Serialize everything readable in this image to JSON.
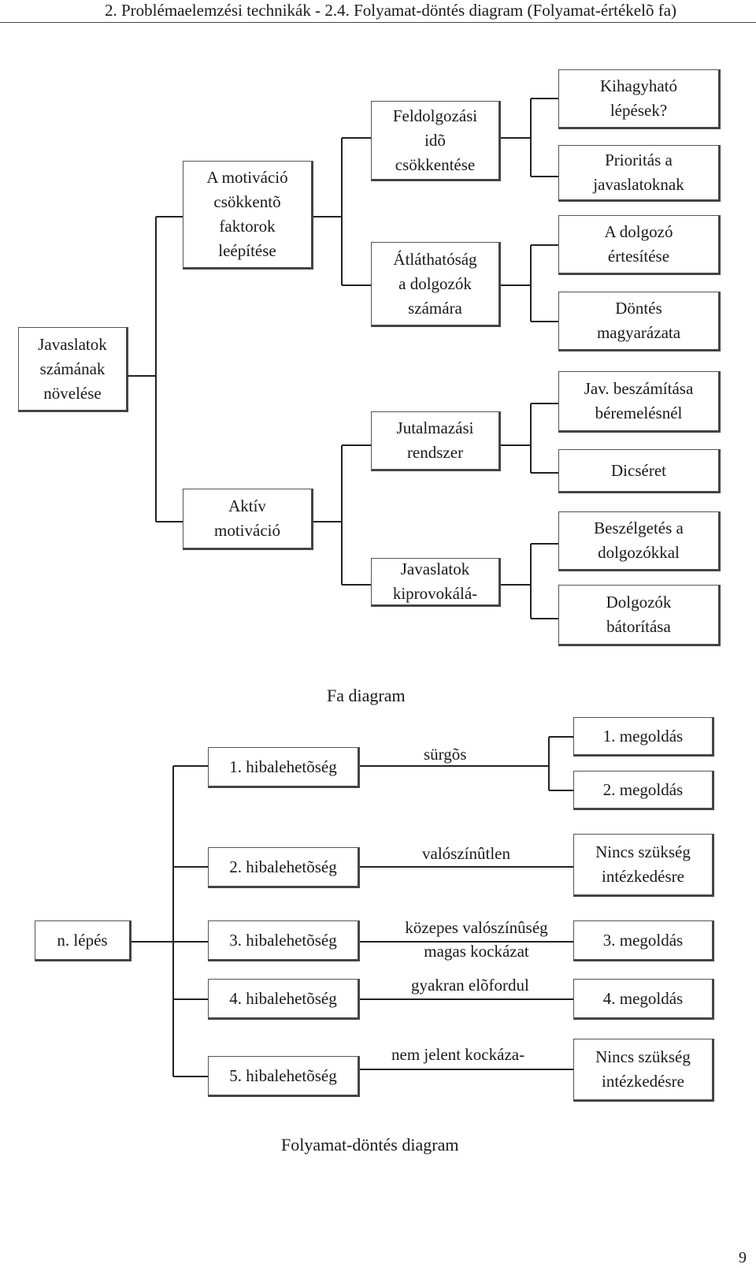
{
  "header": {
    "title": "2. Problémaelemzési technikák - 2.4. Folyamat-döntés diagram (Folyamat-értékelõ fa)"
  },
  "tree": {
    "root": "Javaslatok\nszámának\nnövelése",
    "level1": [
      "A motiváció\ncsökkentõ\nfaktorok\nleépítése",
      "Aktív\nmotiváció"
    ],
    "level2": [
      "Feldolgozási\nidõ\ncsökkentése",
      "Átláthatóság\na dolgozók\nszámára",
      "Jutalmazási\nrendszer",
      "Javaslatok\nkiprovokálá-"
    ],
    "level3": [
      "Kihagyható\nlépések?",
      "Prioritás a\njavaslatoknak",
      "A dolgozó\nértesítése",
      "Döntés\nmagyarázata",
      "Jav. beszámítása\nbéremelésnél",
      "Dicséret",
      "Beszélgetés a\ndolgozókkal",
      "Dolgozók\nbátorítása"
    ],
    "caption": "Fa diagram"
  },
  "flow": {
    "start": "n. lépés",
    "possibilities": [
      "1. hibalehetõség",
      "2. hibalehetõség",
      "3. hibalehetõség",
      "4. hibalehetõség",
      "5. hibalehetõség"
    ],
    "conditions": [
      "sürgõs",
      "valószínûtlen",
      "közepes valószínûség\nmagas kockázat",
      "gyakran elõfordul",
      "nem jelent kockáza-"
    ],
    "outcomes": [
      "1. megoldás",
      "2. megoldás",
      "Nincs szükség\nintézkedésre",
      "3. megoldás",
      "4. megoldás",
      "Nincs szükség\nintézkedésre"
    ],
    "caption": "Folyamat-döntés diagram"
  },
  "page_number": "9"
}
